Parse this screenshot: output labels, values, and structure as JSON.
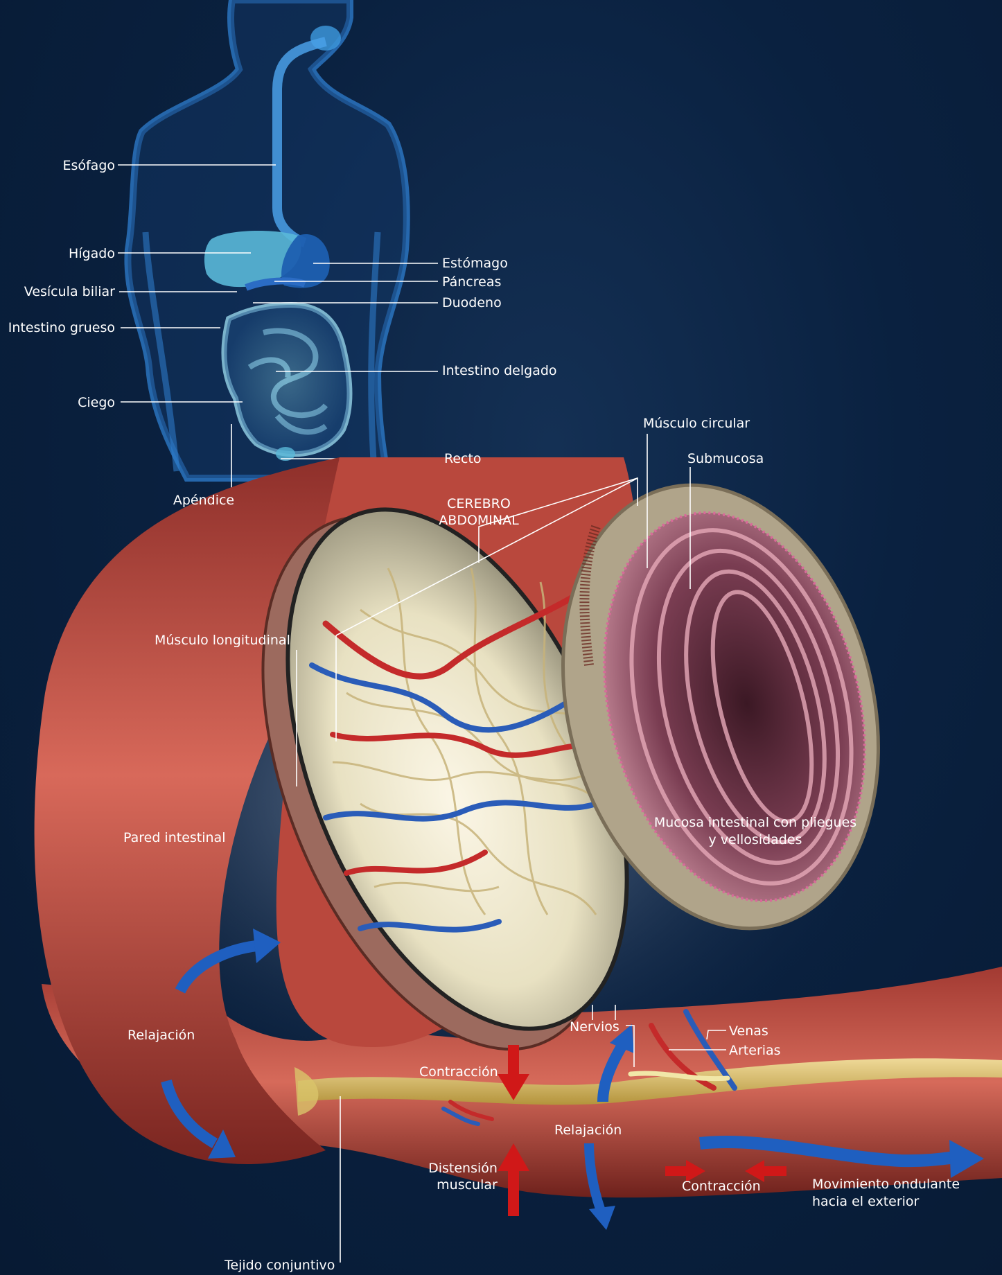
{
  "labels": {
    "esofago": "Esófago",
    "higado": "Hígado",
    "vesicula": "Vesícula biliar",
    "intestino_grueso": "Intestino grueso",
    "ciego": "Ciego",
    "apendice": "Apéndice",
    "estomago": "Estómago",
    "pancreas": "Páncreas",
    "duodeno": "Duodeno",
    "intestino_delgado": "Intestino delgado",
    "recto": "Recto",
    "musculo_circular": "Músculo circular",
    "submucosa": "Submucosa",
    "cerebro_line1": "CEREBRO",
    "cerebro_line2": "ABDOMINAL",
    "musculo_longitudinal": "Músculo longitudinal",
    "pared_intestinal": "Pared intestinal",
    "mucosa_line1": "Mucosa intestinal con pliegues",
    "mucosa_line2": "y vellosidades",
    "relajacion_left": "Relajación",
    "nervios": "Nervios",
    "venas": "Venas",
    "arterias": "Arterias",
    "contraccion_top": "Contracción",
    "relajacion_center": "Relajación",
    "distension_line1": "Distensión",
    "distension_line2": "muscular",
    "contraccion_bottom": "Contracción",
    "movimiento_line1": "Movimiento ondulante",
    "movimiento_line2": "hacia el exterior",
    "tejido_conjuntivo": "Tejido conjuntivo"
  },
  "colors": {
    "background": "#0a2140",
    "body_silhouette": "#2f7fd0",
    "organ_glow": "#7fd4f0",
    "intestine_wall": "#b8463c",
    "mucosa": "#8a4a60",
    "artery": "#c42a2a",
    "vein": "#2a5cb8",
    "nerve": "#e8d890",
    "arrow_red": "#d01818",
    "arrow_blue": "#1f5fc0"
  }
}
